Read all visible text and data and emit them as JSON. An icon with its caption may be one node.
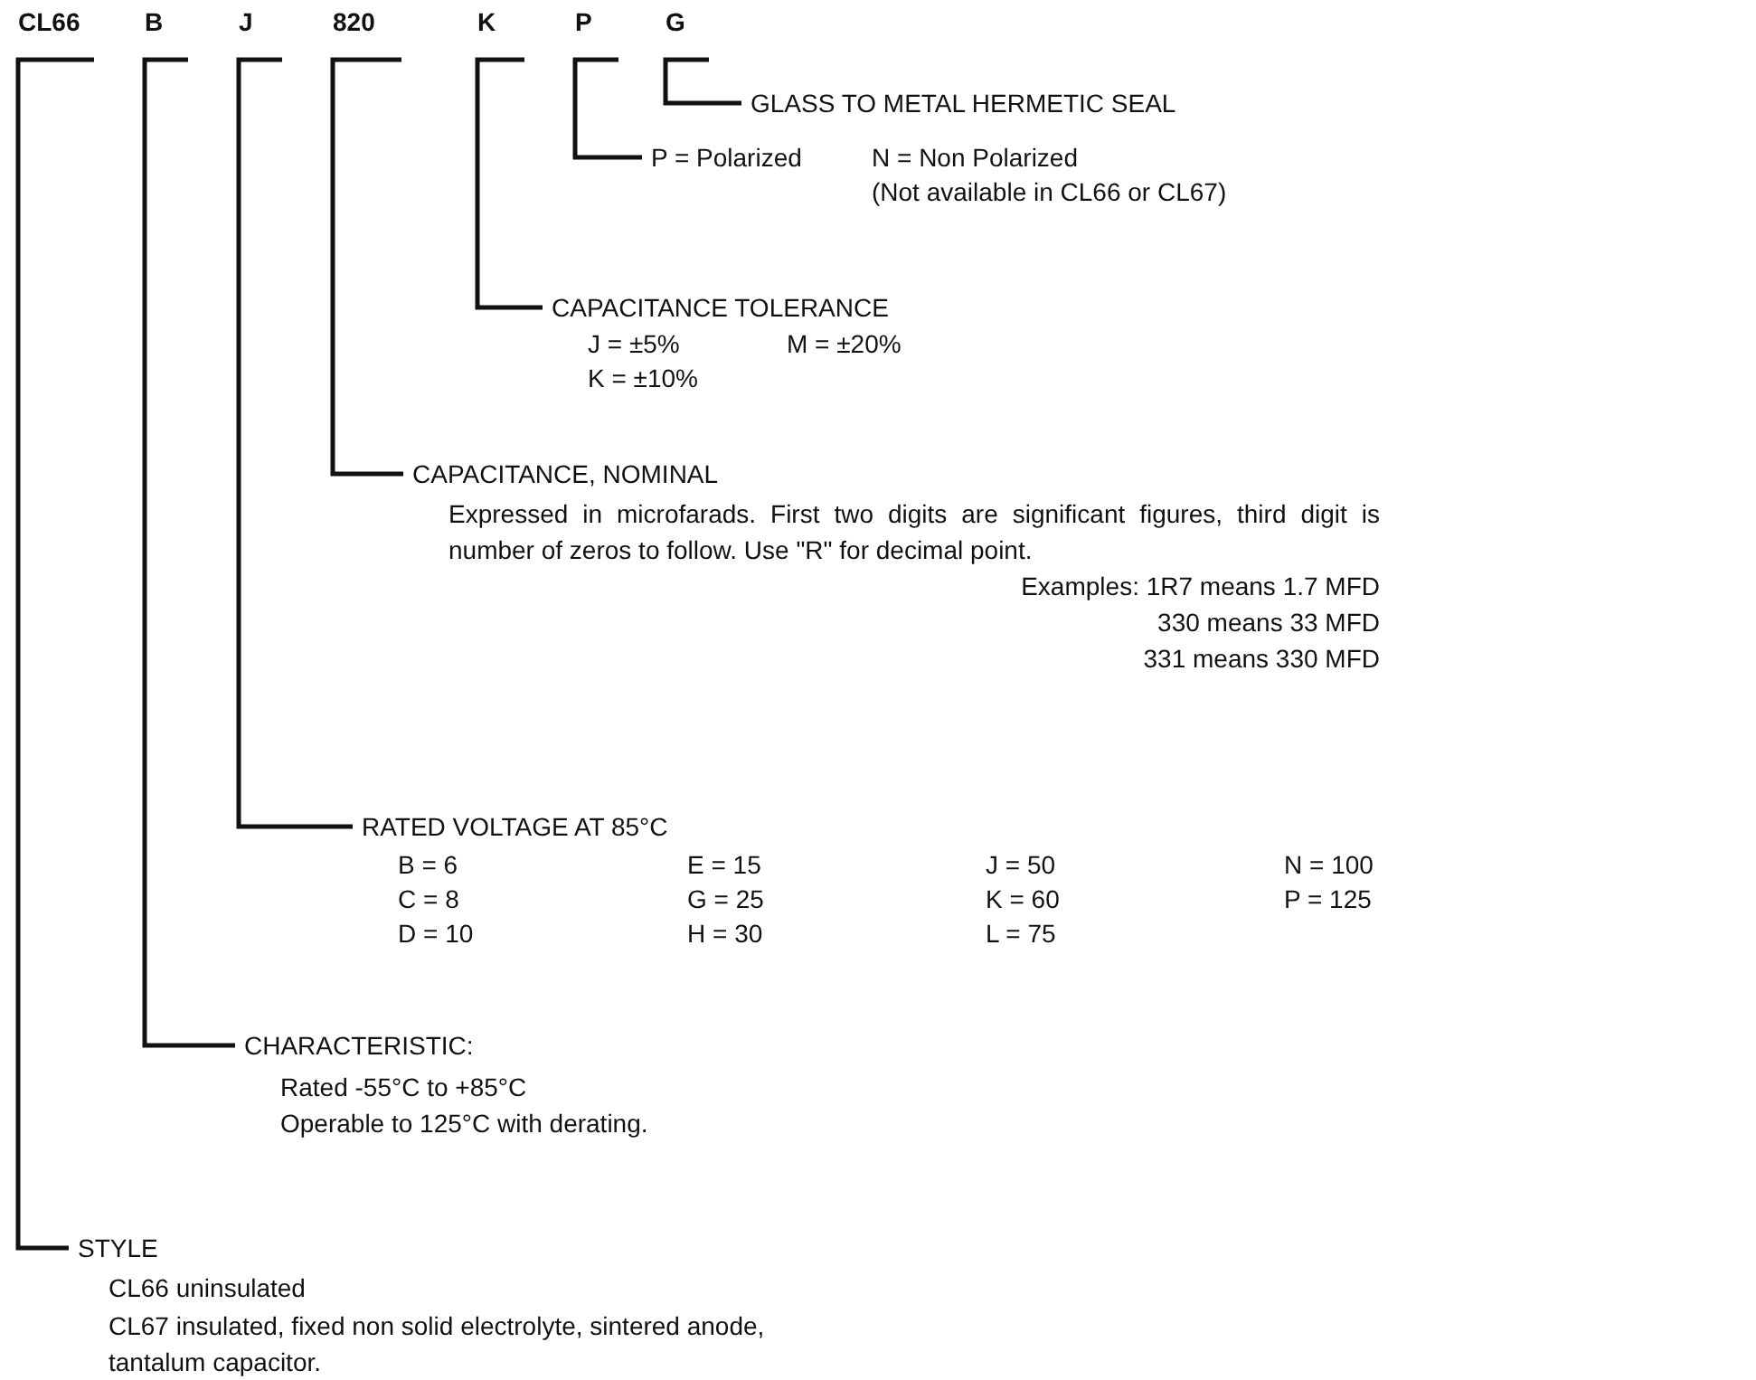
{
  "diagram": {
    "nodes": [
      {
        "text": [
          "CL66"
        ]
      },
      {
        "text": [
          "B"
        ]
      },
      {
        "text": [
          "J"
        ]
      },
      {
        "text": [
          "820"
        ]
      },
      {
        "text": [
          "K"
        ]
      },
      {
        "text": [
          "P"
        ]
      },
      {
        "text": [
          "G"
        ]
      },
      {
        "text": [
          "GLASS TO METAL HERMETIC SEAL"
        ]
      },
      {
        "text": [
          "P = Polarized",
          "N = Non Polarized",
          "(Not available in CL66 or CL67)"
        ]
      },
      {
        "text": [
          "CAPACITANCE TOLERANCE",
          "J = ±5%",
          "M = ±20%",
          "K = ±10%"
        ]
      },
      {
        "text": [
          "CAPACITANCE, NOMINAL",
          "Expressed in microfarads. First two digits are significant figures, third digit is number of zeros to follow. Use \"R\" for decimal point.",
          "Examples: 1R7 means 1.7 MFD",
          "330 means 33 MFD",
          "331 means 330 MFD"
        ]
      },
      {
        "text": [
          "RATED VOLTAGE AT 85°C",
          "B = 6",
          "E = 15",
          "J = 50",
          "N = 100",
          "C = 8",
          "G = 25",
          "K = 60",
          "P = 125",
          "D = 10",
          "H = 30",
          "L = 75"
        ]
      },
      {
        "text": [
          "CHARACTERISTIC:",
          "Rated -55°C to +85°C",
          "Operable to 125°C with derating."
        ]
      },
      {
        "text": [
          "STYLE",
          "CL66 uninsulated",
          "CL67 insulated, fixed non solid electrolyte, sintered anode, tantalum capacitor."
        ]
      }
    ],
    "edges": [
      {
        "from": 0,
        "to": 13,
        "arrow": "none"
      },
      {
        "from": 1,
        "to": 12,
        "arrow": "none"
      },
      {
        "from": 2,
        "to": 11,
        "arrow": "none"
      },
      {
        "from": 3,
        "to": 10,
        "arrow": "none"
      },
      {
        "from": 4,
        "to": 9,
        "arrow": "none"
      },
      {
        "from": 5,
        "to": 8,
        "arrow": "none"
      },
      {
        "from": 6,
        "to": 7,
        "arrow": "none"
      }
    ]
  }
}
